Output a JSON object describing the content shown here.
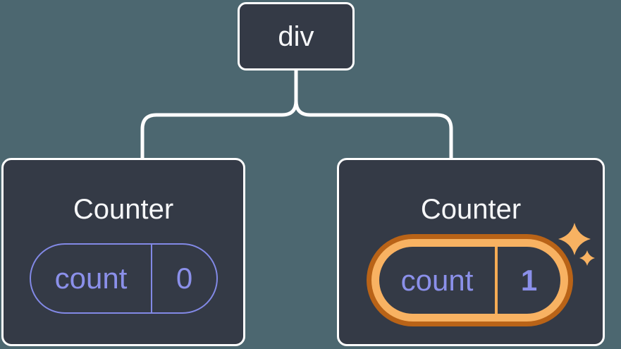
{
  "diagram": {
    "description": "React component tree: a div parent with two Counter children; the second Counter's state is highlighted as new",
    "root": {
      "label": "div"
    },
    "children": [
      {
        "title": "Counter",
        "state_key": "count",
        "state_value": "0",
        "highlighted": false
      },
      {
        "title": "Counter",
        "state_key": "count",
        "state_value": "1",
        "highlighted": true
      }
    ],
    "icons": {
      "sparkles": "four-pointed-sparkle-stars"
    }
  },
  "colors": {
    "background": "#4c6770",
    "node_fill": "#343a46",
    "node_border": "#ffffff",
    "connector": "#ffffff",
    "text_primary": "#f6f7f9",
    "state_accent_purple": "#8289e6",
    "highlight_orange_dark": "#b96317",
    "highlight_orange_light": "#f8b262"
  }
}
